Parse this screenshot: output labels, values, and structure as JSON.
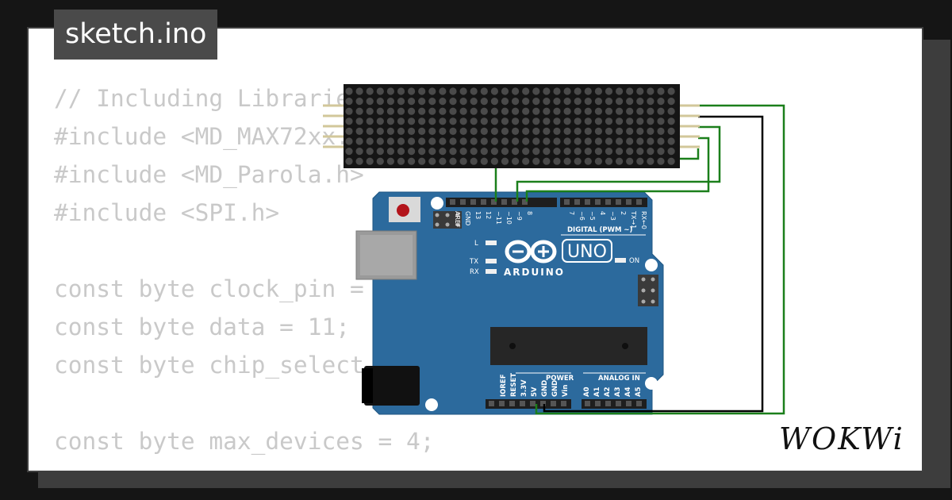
{
  "editor": {
    "filename": "sketch.ino",
    "code_lines": [
      "// Including Libraries",
      "#include <MD_MAX72xx.h>",
      "#include <MD_Parola.h>",
      "#include <SPI.h>",
      "",
      "const byte clock_pin = 13;",
      "const byte data = 11;",
      "const byte chip_select = 10;",
      "",
      "const byte max_devices = 4;"
    ]
  },
  "board": {
    "model_label": "UNO",
    "brand_label": "ARDUINO",
    "digital_header_label": "DIGITAL (PWM ~)",
    "power_label": "POWER",
    "analog_label": "ANALOG IN",
    "led_l": "L",
    "led_tx": "TX",
    "led_rx": "RX",
    "led_on": "ON",
    "digital_pins": [
      "AREF",
      "GND",
      "13",
      "12",
      "~11",
      "~10",
      "~9",
      "8",
      "7",
      "~6",
      "~5",
      "4",
      "~3",
      "2",
      "TX→1",
      "RX←0"
    ],
    "power_pins": [
      "IOREF",
      "RESET",
      "3.3V",
      "5V",
      "GND",
      "GND",
      "Vin"
    ],
    "analog_pins": [
      "A0",
      "A1",
      "A2",
      "A3",
      "A4",
      "A5"
    ],
    "board_color": "#2c6a9d"
  },
  "matrix": {
    "rows": 8,
    "cols": 32,
    "panel_color": "#151515"
  },
  "wires": {
    "data_color": "#1b7f1b",
    "gnd_color": "#000000"
  },
  "branding": {
    "logo_text": "WOKWi"
  }
}
